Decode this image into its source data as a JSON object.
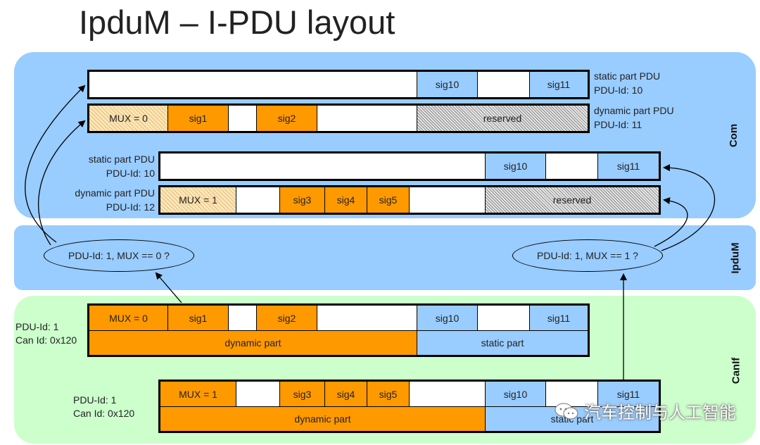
{
  "title": "IpduM – I-PDU layout",
  "layers": {
    "com": "Com",
    "ipdum": "IpduM",
    "canif": "CanIf"
  },
  "com": {
    "pdu10_top": {
      "label": "static part PDU",
      "id": "PDU-Id: 10",
      "cells": [
        "",
        "sig10",
        "",
        "sig11"
      ]
    },
    "pdu11": {
      "label": "dynamic part PDU",
      "id": "PDU-Id: 11",
      "cells": [
        "MUX = 0",
        "sig1",
        "",
        "sig2",
        "",
        "reserved"
      ]
    },
    "pdu10_bottom": {
      "label": "static part PDU",
      "id": "PDU-Id: 10",
      "cells": [
        "",
        "sig10",
        "",
        "sig11"
      ]
    },
    "pdu12": {
      "label": "dynamic part PDU",
      "id": "PDU-Id: 12",
      "cells": [
        "MUX = 1",
        "",
        "sig3",
        "sig4",
        "sig5",
        "",
        "reserved"
      ]
    }
  },
  "ipdum": {
    "left_condition": "PDU-Id: 1, MUX == 0 ?",
    "right_condition": "PDU-Id: 1, MUX == 1 ?"
  },
  "canif": {
    "frame1": {
      "pdu_id": "PDU-Id: 1",
      "can_id": "Can Id: 0x120",
      "cells": [
        "MUX = 0",
        "sig1",
        "",
        "sig2",
        "",
        "sig10",
        "",
        "sig11"
      ],
      "dynamic_part": "dynamic part",
      "static_part": "static part"
    },
    "frame2": {
      "pdu_id": "PDU-Id: 1",
      "can_id": "Can Id: 0x120",
      "cells": [
        "MUX = 1",
        "",
        "sig3",
        "sig4",
        "sig5",
        "",
        "sig10",
        "",
        "sig11"
      ],
      "dynamic_part": "dynamic part",
      "static_part": "static part"
    }
  },
  "watermark": "汽车控制与人工智能"
}
